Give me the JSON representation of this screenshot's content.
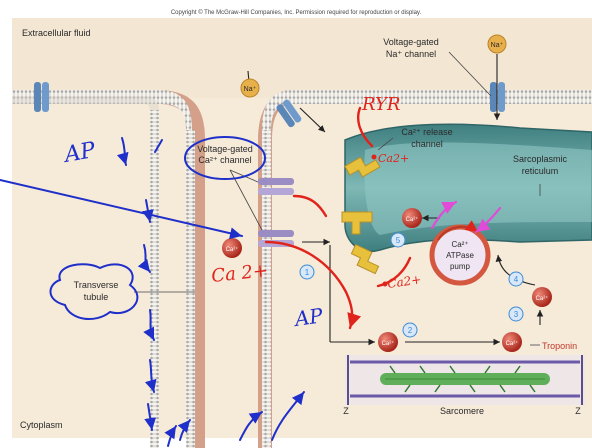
{
  "copyright": "Copyright © The McGraw-Hill Companies, Inc. Permission required for reproduction or display.",
  "regions": {
    "extracellular": "Extracellular fluid",
    "cytoplasm": "Cytoplasm"
  },
  "labels": {
    "na_channel_line1": "Voltage-gated",
    "na_channel_line2": "Na⁺ channel",
    "ca_channel_line1": "Voltage-gated",
    "ca_channel_line2": "Ca²⁺ channel",
    "release_line1": "Ca²⁺ release",
    "release_line2": "channel",
    "sr_line1": "Sarcoplasmic",
    "sr_line2": "reticulum",
    "tubule_line1": "Transverse",
    "tubule_line2": "tubule",
    "pump_line1": "Ca²⁺",
    "pump_line2": "ATPase",
    "pump_line3": "pump",
    "troponin": "Troponin",
    "sarcomere": "Sarcomere",
    "z_left": "Z",
    "z_right": "Z"
  },
  "ions": {
    "na": "Na⁺",
    "ca": "Ca²⁺"
  },
  "steps": [
    "1",
    "2",
    "3",
    "4",
    "5"
  ],
  "handwriting": {
    "ap_left": "AP",
    "ap_mid": "AP",
    "ryr": "RYR",
    "ca_release": "Ca2+",
    "ca_channel": "Ca 2+",
    "ca_bottom": "Ca2+"
  },
  "colors": {
    "cell_fill": "#f2e3cf",
    "ttubule_fill": "#d9a38c",
    "membrane": "#c9c9c9",
    "sr_fill": "#5f9c9c",
    "ion_red": "#c0392b",
    "ink_blue": "#1f2fc9",
    "ink_red": "#e0241b",
    "ink_pink": "#e24ad8",
    "channel_purple": "#9c8cc4",
    "channel_blue": "#5a86b8",
    "ryr_yellow": "#e7c13b",
    "step_blue": "#3d8ad6"
  }
}
